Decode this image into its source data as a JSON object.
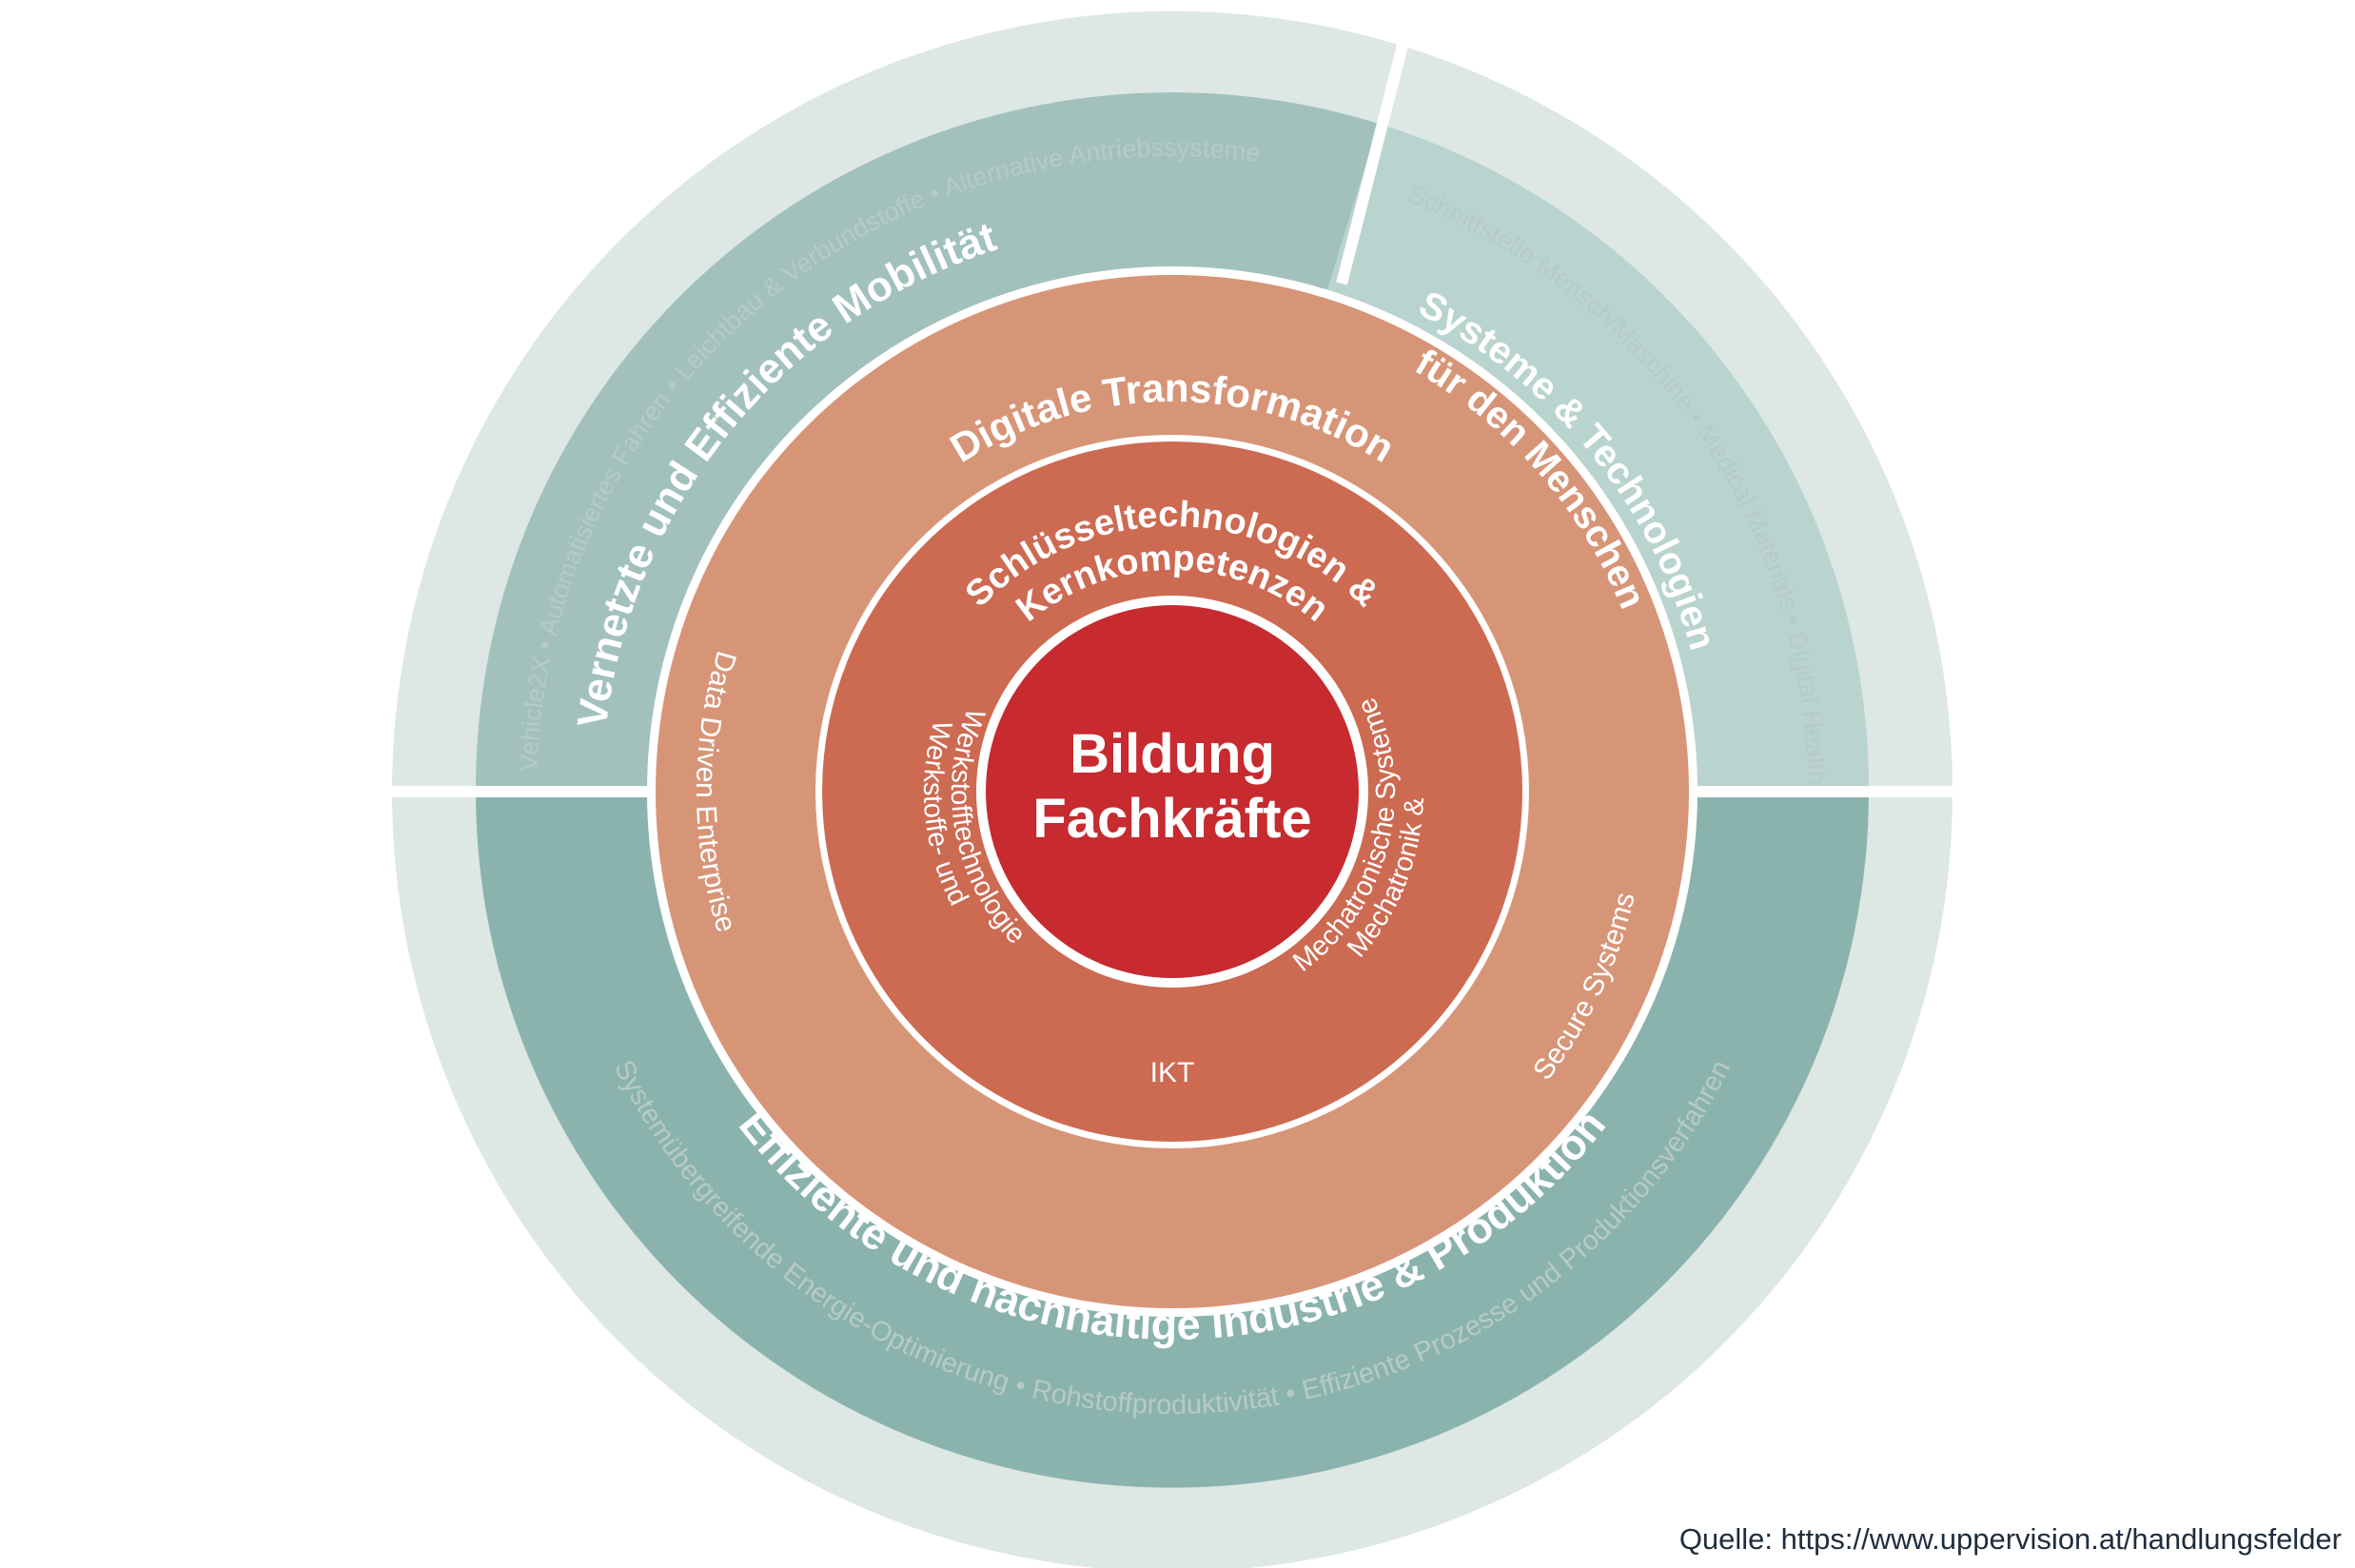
{
  "colors": {
    "outer_band": "#dde7e4",
    "mobility": "#a2c1bd",
    "human_systems": "#b9d4ce",
    "industry": "#8bb3ae",
    "digital": "#d79578",
    "key_tech": "#cd6a52",
    "core": "#c72a2f",
    "white": "#ffffff",
    "outer_text": "#b7cac6"
  },
  "center": {
    "line1": "Bildung",
    "line2": "Fachkräfte"
  },
  "key_technologies": {
    "title_line1": "Schlüsseltechnologien &",
    "title_line2": "Kernkompetenzen",
    "materials_line1": "Werkstoffe- und",
    "materials_line2": "Werkstofftechnologie",
    "ikt": "IKT",
    "mechatronics_line1": "Mechatronik &",
    "mechatronics_line2": "Mechatronische Systeme"
  },
  "digital_transformation": {
    "title": "Digitale Transformation",
    "left": "Data Driven Enterprise",
    "right": "Secure Systems"
  },
  "fields": {
    "mobility": "Vernetzte und Effiziente Mobilität",
    "human_line1": "Systeme & Technologien",
    "human_line2": "für den Menschen",
    "industry": "Effiziente und nachhaltige Industrie & Produktion"
  },
  "outer_topics": {
    "mobility": "Vehicle2X • Automatisiertes Fahren • Leichtbau & Verbundstoffe • Alternative Antriebssysteme",
    "human": "Schnittstelle Mensch/Maschine • Medical Materials • Digital Health",
    "industry": "Systemübergreifende Energie-Optimierung • Rohstoffproduktivität • Effiziente Prozesse und Produktionsverfahren"
  },
  "source": "Quelle: https://www.uppervision.at/handlungsfelder"
}
